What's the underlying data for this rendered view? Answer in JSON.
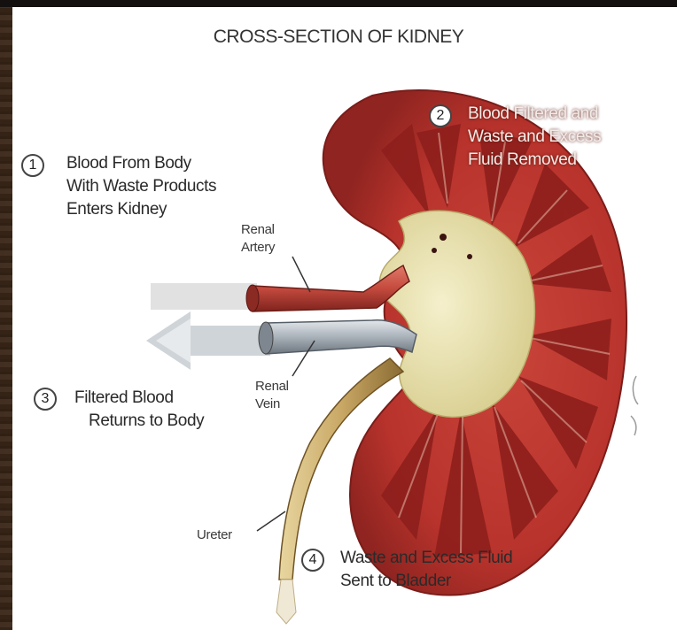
{
  "title": "CROSS-SECTION OF KIDNEY",
  "steps": [
    {
      "number": "1",
      "lines": [
        "Blood From Body",
        "With Waste Products",
        "Enters Kidney"
      ]
    },
    {
      "number": "2",
      "lines": [
        "Blood Filtered and",
        "Waste and Excess",
        "Fluid Removed"
      ]
    },
    {
      "number": "3",
      "lines": [
        "Filtered Blood",
        "Returns to Body"
      ]
    },
    {
      "number": "4",
      "lines": [
        "Waste and Excess Fluid",
        "Sent to Bladder"
      ]
    }
  ],
  "parts": {
    "renal_artery": [
      "Renal",
      "Artery"
    ],
    "renal_vein": [
      "Renal",
      "Vein"
    ],
    "ureter": "Ureter"
  },
  "colors": {
    "cortex": "#b8332c",
    "medulla": "#8e1f1c",
    "pelvis": "#efe7b8",
    "artery": "#c44a3e",
    "vein": "#9aa3ad"
  }
}
